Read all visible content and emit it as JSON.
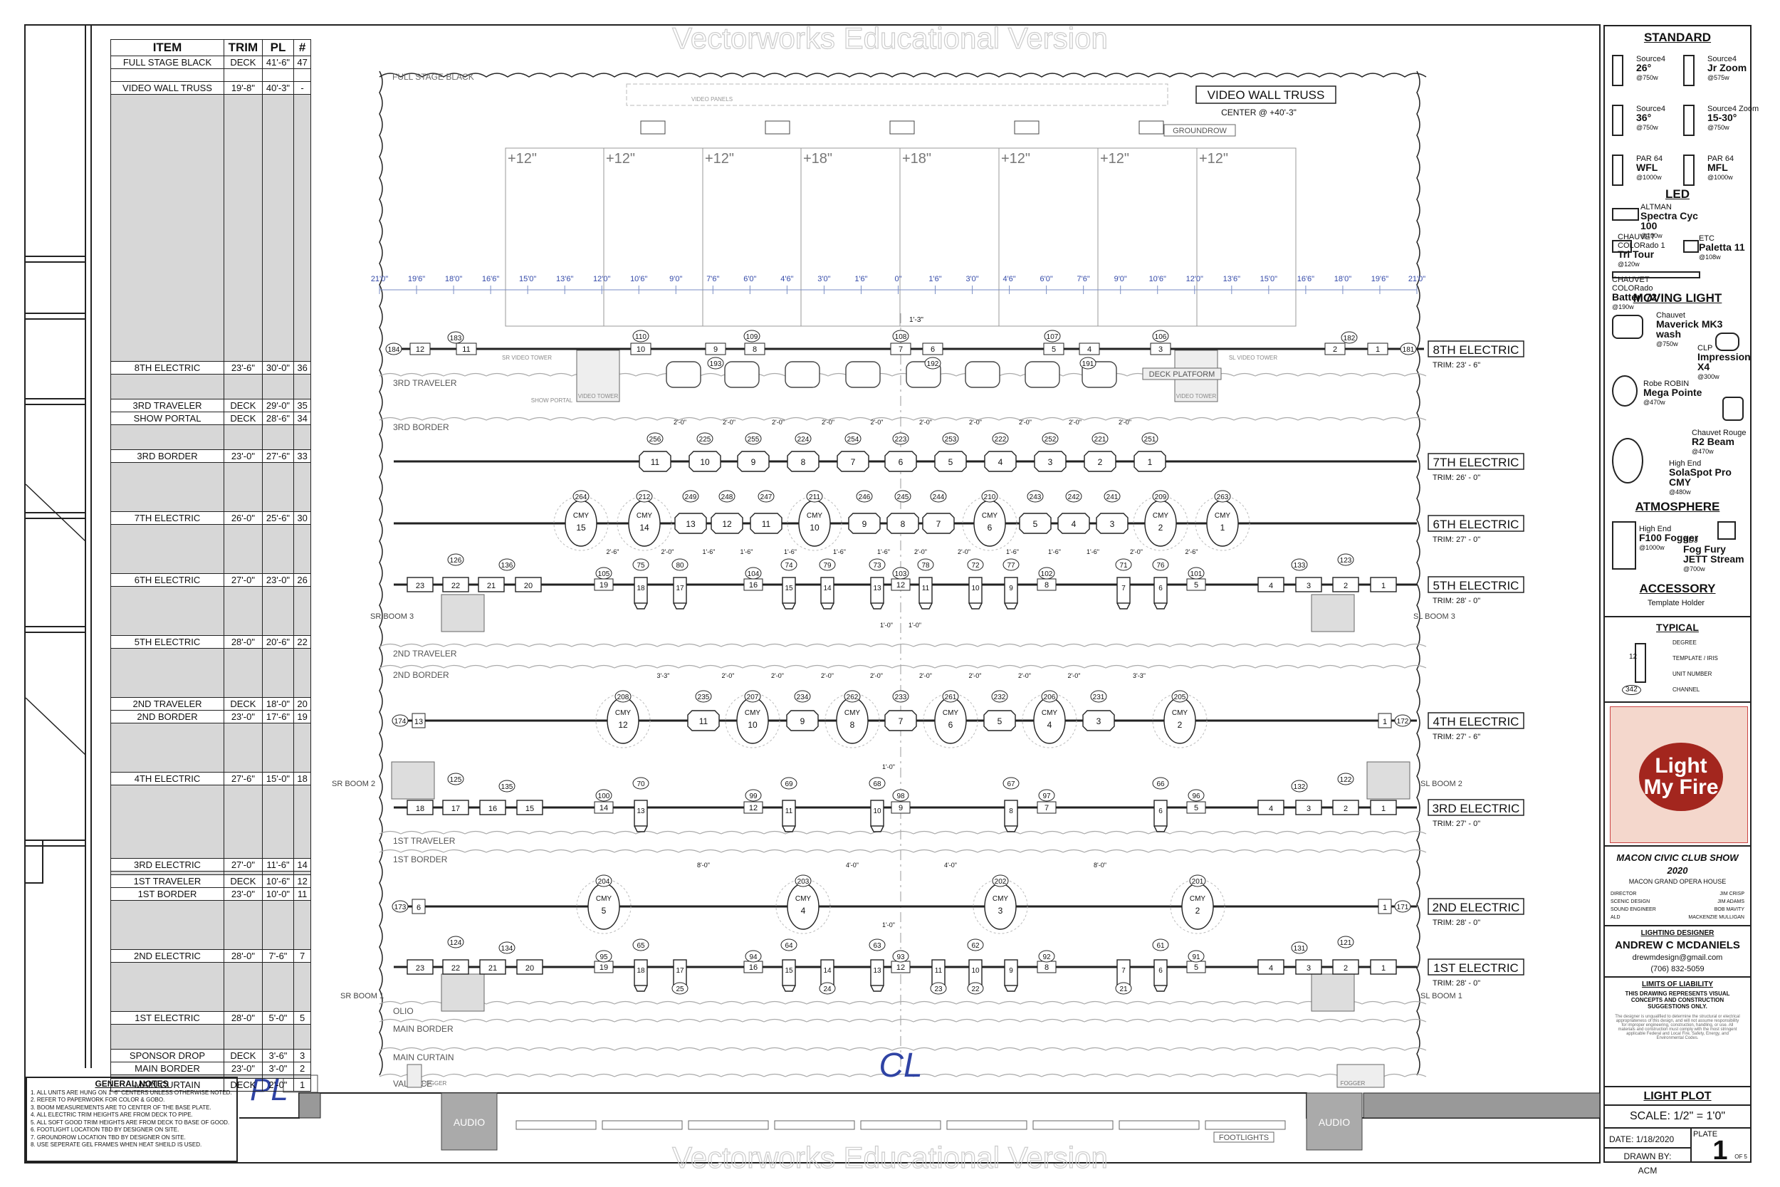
{
  "watermark": "Vectorworks Educational Version",
  "schedule": {
    "headers": [
      "ITEM",
      "TRIM",
      "PL",
      "#"
    ],
    "rows": [
      {
        "item": "FULL STAGE BLACK",
        "trim": "DECK",
        "pl": "41'-6\"",
        "num": "47"
      },
      {
        "item": "",
        "trim": "",
        "pl": "",
        "num": "",
        "gap": false
      },
      {
        "item": "VIDEO WALL TRUSS",
        "trim": "19'-8\"",
        "pl": "40'-3\"",
        "num": "-"
      },
      {
        "item": "",
        "trim": "",
        "pl": "",
        "num": "",
        "gap": true,
        "h": 11
      },
      {
        "item": "8TH ELECTRIC",
        "trim": "23'-6\"",
        "pl": "30'-0\"",
        "num": "36"
      },
      {
        "item": "",
        "trim": "",
        "pl": "",
        "num": "",
        "gap": true,
        "h": 1
      },
      {
        "item": "3RD TRAVELER",
        "trim": "DECK",
        "pl": "29'-0\"",
        "num": "35"
      },
      {
        "item": "SHOW PORTAL",
        "trim": "DECK",
        "pl": "28'-6\"",
        "num": "34"
      },
      {
        "item": "",
        "trim": "",
        "pl": "",
        "num": "",
        "gap": true,
        "h": 1
      },
      {
        "item": "3RD BORDER",
        "trim": "23'-0\"",
        "pl": "27'-6\"",
        "num": "33"
      },
      {
        "item": "",
        "trim": "",
        "pl": "",
        "num": "",
        "gap": true,
        "h": 2
      },
      {
        "item": "7TH ELECTRIC",
        "trim": "26'-0\"",
        "pl": "25'-6\"",
        "num": "30"
      },
      {
        "item": "",
        "trim": "",
        "pl": "",
        "num": "",
        "gap": true,
        "h": 2
      },
      {
        "item": "6TH ELECTRIC",
        "trim": "27'-0\"",
        "pl": "23'-0\"",
        "num": "26"
      },
      {
        "item": "",
        "trim": "",
        "pl": "",
        "num": "",
        "gap": true,
        "h": 2
      },
      {
        "item": "5TH ELECTRIC",
        "trim": "28'-0\"",
        "pl": "20'-6\"",
        "num": "22"
      },
      {
        "item": "",
        "trim": "",
        "pl": "",
        "num": "",
        "gap": true,
        "h": 2
      },
      {
        "item": "2ND TRAVELER",
        "trim": "DECK",
        "pl": "18'-0\"",
        "num": "20"
      },
      {
        "item": "2ND BORDER",
        "trim": "23'-0\"",
        "pl": "17'-6\"",
        "num": "19"
      },
      {
        "item": "",
        "trim": "",
        "pl": "",
        "num": "",
        "gap": true,
        "h": 2
      },
      {
        "item": "4TH ELECTRIC",
        "trim": "27'-6\"",
        "pl": "15'-0\"",
        "num": "18"
      },
      {
        "item": "",
        "trim": "",
        "pl": "",
        "num": "",
        "gap": true,
        "h": 3
      },
      {
        "item": "3RD ELECTRIC",
        "trim": "27'-0\"",
        "pl": "11'-6\"",
        "num": "14"
      },
      {
        "item": "",
        "trim": "",
        "pl": "",
        "num": "",
        "gap": true,
        "h": 0
      },
      {
        "item": "1ST TRAVELER",
        "trim": "DECK",
        "pl": "10'-6\"",
        "num": "12"
      },
      {
        "item": "1ST BORDER",
        "trim": "23'-0\"",
        "pl": "10'-0\"",
        "num": "11"
      },
      {
        "item": "",
        "trim": "",
        "pl": "",
        "num": "",
        "gap": true,
        "h": 2
      },
      {
        "item": "2ND ELECTRIC",
        "trim": "28'-0\"",
        "pl": "7'-6\"",
        "num": "7"
      },
      {
        "item": "",
        "trim": "",
        "pl": "",
        "num": "",
        "gap": true,
        "h": 2
      },
      {
        "item": "1ST ELECTRIC",
        "trim": "28'-0\"",
        "pl": "5'-0\"",
        "num": "5"
      },
      {
        "item": "",
        "trim": "",
        "pl": "",
        "num": "",
        "gap": true,
        "h": 1
      },
      {
        "item": "SPONSOR DROP",
        "trim": "DECK",
        "pl": "3'-6\"",
        "num": "3"
      },
      {
        "item": "MAIN BORDER",
        "trim": "23'-0\"",
        "pl": "3'-0\"",
        "num": "2"
      },
      {
        "item": "",
        "trim": "",
        "pl": "",
        "num": "",
        "gap": true,
        "h": 0
      },
      {
        "item": "MAIN CURTAIN",
        "trim": "DECK",
        "pl": "2'-0\"",
        "num": "1"
      }
    ]
  },
  "notes": {
    "title": "GENERAL NOTES",
    "items": [
      "1. ALL UNITS ARE HUNG ON 1'-6\" CENTERS UNLESS OTHERWISE NOTED.",
      "2. REFER TO PAPERWORK FOR COLOR & GOBO.",
      "3. BOOM MEASUREMENTS ARE TO CENTER OF THE BASE PLATE.",
      "4. ALL ELECTRIC TRIM HEIGHTS ARE FROM DECK TO PIPE.",
      "5. ALL SOFT GOOD TRIM HEIGHTS ARE FROM DECK TO BASE OF GOOD.",
      "6. FOOTLIGHT LOCATION TBD BY DESIGNER ON SITE.",
      "7. GROUNDROW LOCATION TBD BY DESIGNER ON SITE.",
      "8. USE SEPERATE GEL FRAMES WHEN HEAT SHEILD IS USED."
    ]
  },
  "stage": {
    "full_stage_black": "FULL STAGE BLACK",
    "video_panels": "VIDEO PANELS",
    "video_wall_truss": "VIDEO WALL TRUSS",
    "video_center": "CENTER @ +40'-3\"",
    "groundrow": "GROUNDROW",
    "heights": [
      "+12\"",
      "+12\"",
      "+12\"",
      "+18\"",
      "+18\"",
      "+12\"",
      "+12\"",
      "+12\""
    ],
    "ruler": [
      "21'0\"",
      "19'6\"",
      "18'0\"",
      "16'6\"",
      "15'0\"",
      "13'6\"",
      "12'0\"",
      "10'6\"",
      "9'0\"",
      "7'6\"",
      "6'0\"",
      "4'6\"",
      "3'0\"",
      "1'6\"",
      "0\"",
      "1'6\"",
      "3'0\"",
      "4'6\"",
      "6'0\"",
      "7'6\"",
      "9'0\"",
      "10'6\"",
      "12'0\"",
      "13'6\"",
      "15'0\"",
      "16'6\"",
      "18'0\"",
      "19'6\"",
      "21'0\""
    ],
    "soft_goods": [
      {
        "label": "3RD TRAVELER"
      },
      {
        "label": "3RD BORDER"
      },
      {
        "label": "2ND TRAVELER"
      },
      {
        "label": "2ND BORDER"
      },
      {
        "label": "1ST TRAVELER"
      },
      {
        "label": "1ST BORDER"
      },
      {
        "label": "OLIO"
      },
      {
        "label": "MAIN BORDER"
      },
      {
        "label": "MAIN CURTAIN"
      },
      {
        "label": "VALANCE"
      }
    ],
    "sr_video_tower": "SR VIDEO TOWER",
    "sl_video_tower": "SL VIDEO TOWER",
    "video_tower": "VIDEO TOWER",
    "show_portal": "SHOW PORTAL",
    "deck_platform": "DECK PLATFORM",
    "booms": {
      "sr3": "SR BOOM 3",
      "sl3": "SL BOOM 3",
      "sr2": "SR BOOM 2",
      "sl2": "SL BOOM 2",
      "sr1": "SR BOOM 1",
      "sl1": "SL BOOM 1"
    },
    "audio": "AUDIO",
    "footlights": "FOOTLIGHTS",
    "fogger": "FOGGER",
    "pl_mark": "PL",
    "cl_mark": "CL",
    "electrics": [
      {
        "name": "8TH ELECTRIC",
        "trim": "TRIM: 23' - 6\""
      },
      {
        "name": "7TH ELECTRIC",
        "trim": "TRIM: 26' - 0\""
      },
      {
        "name": "6TH ELECTRIC",
        "trim": "TRIM: 27' - 0\""
      },
      {
        "name": "5TH ELECTRIC",
        "trim": "TRIM: 28' - 0\""
      },
      {
        "name": "4TH ELECTRIC",
        "trim": "TRIM: 27' - 6\""
      },
      {
        "name": "3RD ELECTRIC",
        "trim": "TRIM: 27' - 0\""
      },
      {
        "name": "2ND ELECTRIC",
        "trim": "TRIM: 28' - 0\""
      },
      {
        "name": "1ST ELECTRIC",
        "trim": "TRIM: 28' - 0\""
      }
    ],
    "fixtures": {
      "e8": {
        "units": [
          "12",
          "11",
          "10",
          "9",
          "8",
          "7",
          "6",
          "5",
          "4",
          "3",
          "2",
          "1"
        ],
        "channels": [
          "184",
          "183",
          "110",
          "193",
          "109",
          "108",
          "192",
          "107",
          "191",
          "106",
          "182",
          "181"
        ],
        "dims": [
          "1'-3\""
        ]
      },
      "e7": {
        "units": [
          "11",
          "10",
          "9",
          "8",
          "7",
          "6",
          "5",
          "4",
          "3",
          "2",
          "1"
        ],
        "channels": [
          "256",
          "225",
          "255",
          "224",
          "254",
          "223",
          "253",
          "222",
          "252",
          "221",
          "251"
        ],
        "dims": [
          "2'-0\"",
          "2'-0\"",
          "2'-0\"",
          "2'-0\"",
          "2'-0\"",
          "2'-0\"",
          "2'-0\"",
          "2'-0\"",
          "2'-0\"",
          "2'-0\""
        ]
      },
      "e6": {
        "units": [
          "15",
          "14",
          "13",
          "12",
          "11",
          "10",
          "9",
          "8",
          "7",
          "6",
          "5",
          "4",
          "3",
          "2",
          "1"
        ],
        "channels": [
          "264",
          "212",
          "249",
          "248",
          "247",
          "211",
          "246",
          "245",
          "244",
          "210",
          "243",
          "242",
          "241",
          "209",
          "263"
        ],
        "cmy": "CMY",
        "dims": [
          "2'-6\"",
          "2'-0\"",
          "1'-6\"",
          "1'-6\"",
          "1'-6\"",
          "1'-6\"",
          "1'-6\"",
          "2'-0\"",
          "2'-0\"",
          "1'-6\"",
          "1'-6\"",
          "1'-6\"",
          "2'-0\"",
          "2'-6\""
        ]
      },
      "e5": {
        "units": [
          "23",
          "22",
          "21",
          "20",
          "19",
          "18",
          "17",
          "16",
          "15",
          "14",
          "13",
          "12",
          "11",
          "10",
          "9",
          "8",
          "7",
          "6",
          "5",
          "4",
          "3",
          "2",
          "1"
        ],
        "channels": [
          "126",
          "136",
          "105",
          "75",
          "80",
          "104",
          "74",
          "79",
          "73",
          "103",
          "78",
          "72",
          "77",
          "102",
          "71",
          "76",
          "101",
          "133",
          "123"
        ],
        "dims": [
          "1'-0\"",
          "1'-0\""
        ]
      },
      "e4": {
        "units": [
          "13",
          "12",
          "11",
          "10",
          "9",
          "8",
          "7",
          "6",
          "5",
          "4",
          "3",
          "2",
          "1"
        ],
        "channels": [
          "174",
          "208",
          "235",
          "207",
          "234",
          "262",
          "233",
          "261",
          "232",
          "206",
          "231",
          "205",
          "172"
        ],
        "dims": [
          "3'-3\"",
          "2'-0\"",
          "2'-0\"",
          "2'-0\"",
          "2'-0\"",
          "2'-0\"",
          "2'-0\"",
          "2'-0\"",
          "2'-0\"",
          "3'-3\""
        ]
      },
      "e3": {
        "units": [
          "18",
          "17",
          "16",
          "15",
          "14",
          "13",
          "12",
          "11",
          "10",
          "9",
          "8",
          "7",
          "6",
          "5",
          "4",
          "3",
          "2",
          "1"
        ],
        "channels": [
          "125",
          "135",
          "100",
          "70",
          "99",
          "69",
          "68",
          "98",
          "67",
          "97",
          "66",
          "96",
          "132",
          "122"
        ],
        "dims": [
          "1'-0\""
        ]
      },
      "e2": {
        "units": [
          "6",
          "5",
          "4",
          "3",
          "2",
          "1"
        ],
        "channels": [
          "173",
          "204",
          "203",
          "202",
          "201",
          "171"
        ],
        "dims": [
          "8'-0\"",
          "4'-0\"",
          "4'-0\"",
          "8'-0\""
        ]
      },
      "e1": {
        "units": [
          "23",
          "22",
          "21",
          "20",
          "19",
          "18",
          "17",
          "16",
          "15",
          "14",
          "13",
          "12",
          "11",
          "10",
          "9",
          "8",
          "7",
          "6",
          "5",
          "4",
          "3",
          "2",
          "1"
        ],
        "channels": [
          "124",
          "134",
          "95",
          "65",
          "94",
          "64",
          "63",
          "93",
          "62",
          "92",
          "61",
          "91",
          "131",
          "121"
        ],
        "bottom": [
          "25",
          "24",
          "23",
          "22",
          "21"
        ],
        "dims": [
          "1'-0\""
        ]
      }
    }
  },
  "legend": {
    "standard": "STANDARD",
    "standard_items": [
      {
        "make": "Source4",
        "model": "26°",
        "watt": "@750w"
      },
      {
        "make": "Source4",
        "model": "Jr Zoom",
        "watt": "@575w"
      },
      {
        "make": "Source4",
        "model": "36°",
        "watt": "@750w"
      },
      {
        "make": "Source4 Zoom",
        "model": "15-30°",
        "watt": "@750w"
      },
      {
        "make": "PAR 64",
        "model": "WFL",
        "watt": "@1000w"
      },
      {
        "make": "PAR 64",
        "model": "MFL",
        "watt": "@1000w"
      }
    ],
    "led": "LED",
    "led_items": [
      {
        "make": "ALTMAN",
        "model": "Spectra Cyc 100",
        "watt": "@100w"
      },
      {
        "make": "CHAUVET COLORado 1",
        "model": "Tri Tour",
        "watt": "@120w"
      },
      {
        "make": "ETC",
        "model": "Paletta 11",
        "watt": "@108w"
      },
      {
        "make": "CHAUVET COLORado",
        "model": "Batten 72",
        "watt": "@190w"
      }
    ],
    "moving": "MOVING LIGHT",
    "moving_items": [
      {
        "make": "Chauvet",
        "model": "Maverick MK3 wash",
        "watt": "@750w"
      },
      {
        "make": "CLP",
        "model": "Impression X4",
        "watt": "@300w"
      },
      {
        "make": "Robe ROBIN",
        "model": "Mega Pointe",
        "watt": "@470w"
      },
      {
        "make": "Chauvet Rouge",
        "model": "R2 Beam",
        "watt": "@470w"
      },
      {
        "make": "High End",
        "model": "SolaSpot Pro CMY",
        "watt": "@480w"
      }
    ],
    "atmosphere": "ATMOSPHERE",
    "atmo_items": [
      {
        "make": "High End",
        "model": "F100 Fogger",
        "watt": "@1000w"
      },
      {
        "make": "ADJ",
        "model": "Fog Fury JETT Stream",
        "watt": "@700w"
      }
    ],
    "accessory": "ACCESSORY",
    "accessory_item": "Template Holder",
    "typical": "TYPICAL",
    "typical_items": [
      "DEGREE",
      "TEMPLATE / IRIS",
      "UNIT NUMBER",
      "CHANNEL"
    ],
    "typical_unit": "12",
    "typical_channel": "342"
  },
  "title_block": {
    "show": "MACON CIVIC CLUB SHOW",
    "year": "2020",
    "venue": "MACON GRAND OPERA HOUSE",
    "staff": [
      {
        "role": "DIRECTOR",
        "name": "JIM CRISP"
      },
      {
        "role": "SCENIC DESIGN",
        "name": "JIM ADAMS"
      },
      {
        "role": "SOUND ENGINEER",
        "name": "BOB MAVITY"
      },
      {
        "role": "ALD",
        "name": "MACKENZIE MULLIGAN"
      }
    ],
    "ld_label": "LIGHTING DESIGNER",
    "ld_name": "ANDREW C MCDANIELS",
    "ld_email": "drewmdesign@gmail.com",
    "ld_phone": "(706) 832-5059",
    "liability_title": "LIMITS OF LIABILITY",
    "liability_bold": "THIS DRAWING REPRESENTS VISUAL CONCEPTS AND CONSTRUCTION SUGGESTIONS ONLY.",
    "liability_text": "The designer is unqualified to determine the structural or electrical appropriateness of this design, and will not assume responsibility for improper engineering, construction, handling, or use. All materials and construction must comply with the most stringent applicable Federal and Local Fire, Safety, Energy, and Environmental Codes.",
    "sheet_title": "LIGHT PLOT",
    "scale": "SCALE: 1/2\" = 1'0\"",
    "date": "DATE: 1/18/2020",
    "plate_label": "PLATE",
    "plate_number": "1",
    "of": "OF 5",
    "drawn_label": "DRAWN BY:",
    "drawn_by": "ACM",
    "logo_text": "Light My Fire"
  }
}
